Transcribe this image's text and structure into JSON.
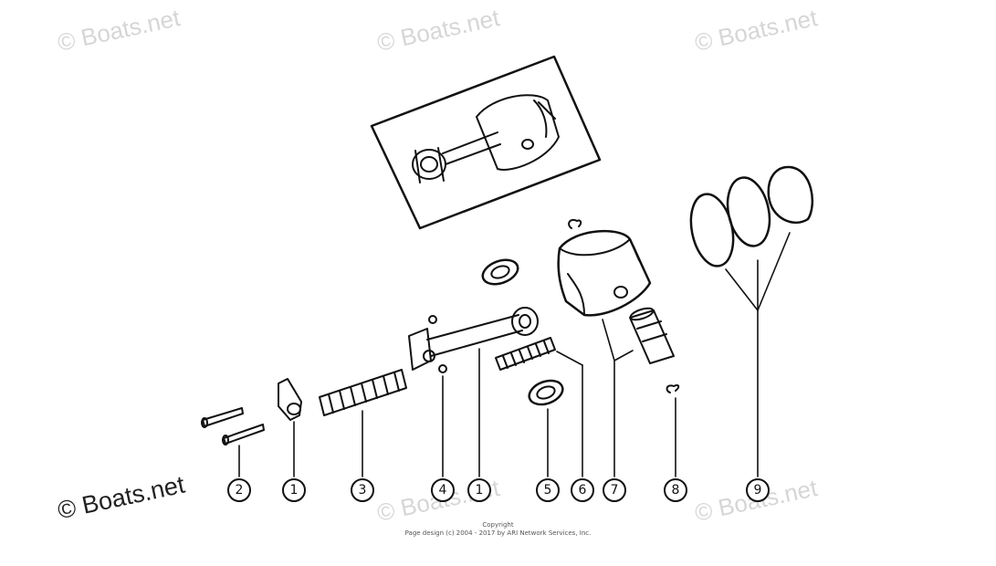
{
  "watermark": "© Boats.net",
  "callouts": [
    "2",
    "1",
    "3",
    "4",
    "1",
    "5",
    "6",
    "7",
    "8",
    "9"
  ],
  "copyright": {
    "line1": "Copyright",
    "line2": "Page design (c) 2004 - 2017 by ARI Network Services, Inc."
  },
  "colors": {
    "ink": "#111111",
    "watermark": "#d6d6d6"
  }
}
